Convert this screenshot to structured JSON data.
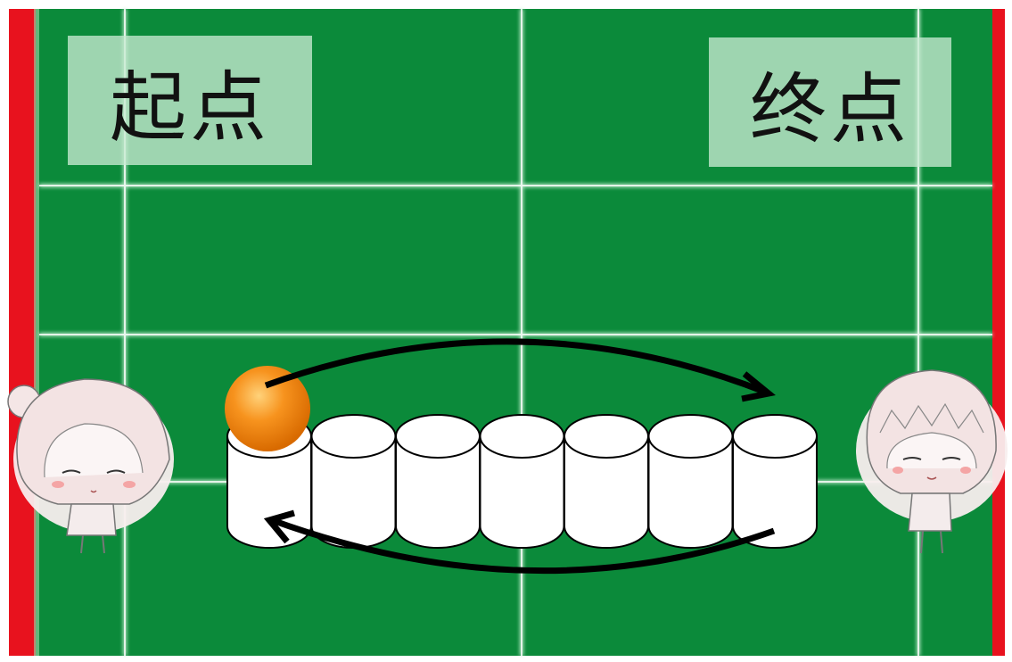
{
  "labels": {
    "start": "起点",
    "end": "终点"
  },
  "cylinder_count": 7,
  "colors": {
    "field": "#0b8a3a",
    "line": "#c9f3d6",
    "boundary": "#e8121e",
    "ball": "#f7931e",
    "arrow": "#000000",
    "cylinder": "#ffffff"
  },
  "icons": [
    "girl-figure-icon",
    "boy-figure-icon",
    "ball-icon"
  ]
}
